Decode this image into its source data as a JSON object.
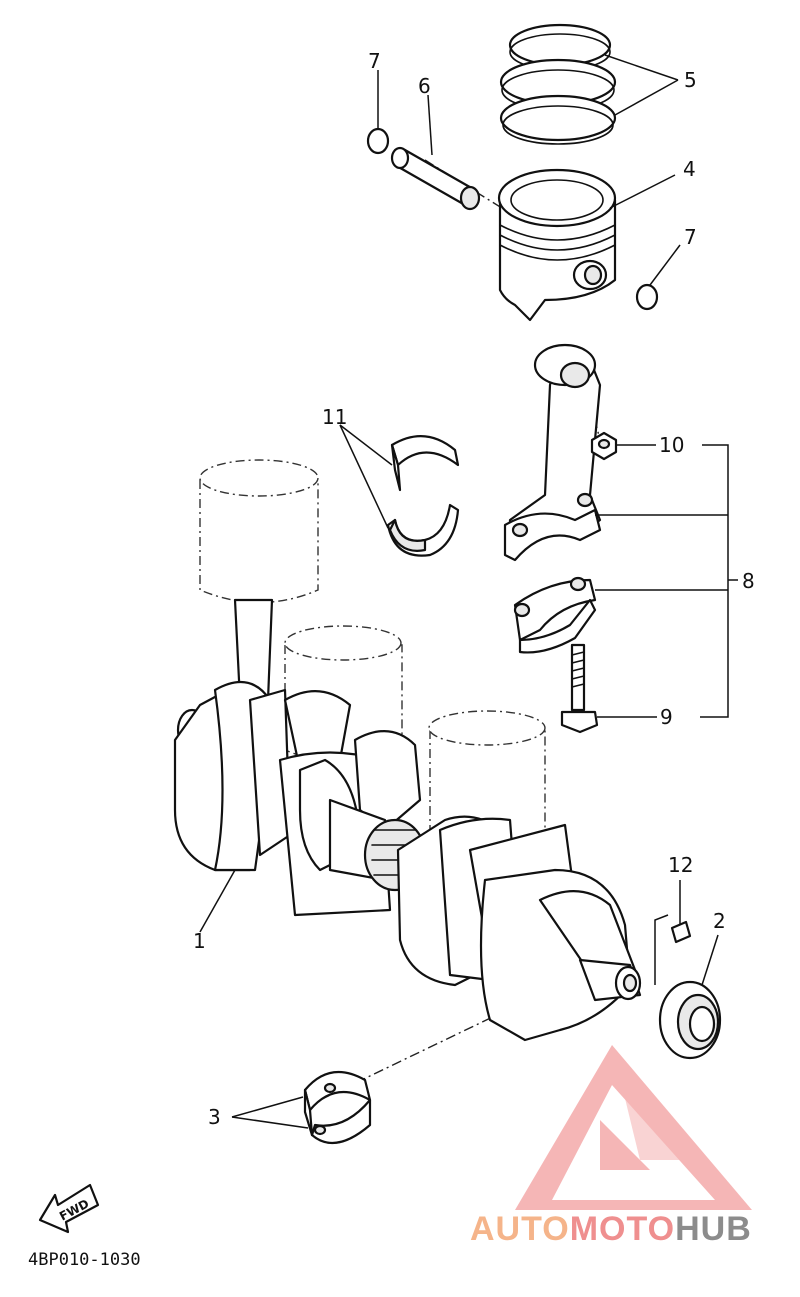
{
  "diagram": {
    "callouts": [
      {
        "id": "1",
        "label": "1"
      },
      {
        "id": "2",
        "label": "2"
      },
      {
        "id": "3",
        "label": "3"
      },
      {
        "id": "4",
        "label": "4"
      },
      {
        "id": "5",
        "label": "5"
      },
      {
        "id": "6",
        "label": "6"
      },
      {
        "id": "7a",
        "label": "7"
      },
      {
        "id": "7b",
        "label": "7"
      },
      {
        "id": "8",
        "label": "8"
      },
      {
        "id": "9",
        "label": "9"
      },
      {
        "id": "10",
        "label": "10"
      },
      {
        "id": "11",
        "label": "11"
      },
      {
        "id": "12",
        "label": "12"
      }
    ],
    "fwd_label": "FWD",
    "part_code": "4BP010-1030"
  },
  "watermark": {
    "brand_part1": "AUTO",
    "brand_part2": "MOTO",
    "brand_part3": "HUB",
    "colors": {
      "orange": "#f5b48a",
      "red": "#ef8f8f",
      "gray": "#8c8c8c"
    }
  }
}
